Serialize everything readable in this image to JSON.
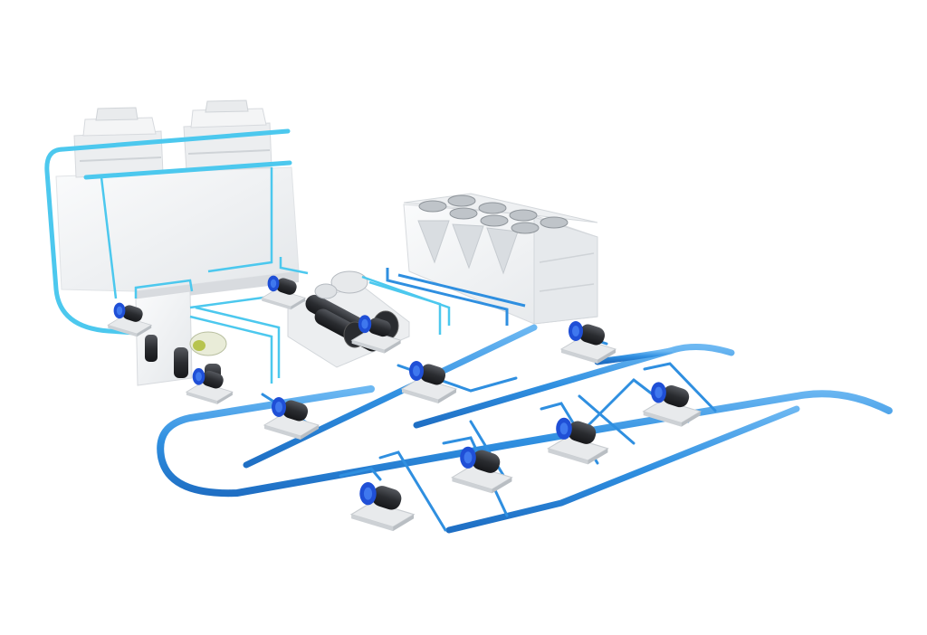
{
  "scene": {
    "colors": {
      "background": "#ffffff",
      "chilled_pipe": "#2f8fe0",
      "condenser_pipe": "#4cc8ee",
      "equipment_body": "#f2f3f4",
      "equipment_shade": "#dcdfe2",
      "pump_motor": "#2a2c30",
      "pump_volute": "#1f4fd6"
    },
    "equipment": [
      {
        "id": "cooling-tower-1",
        "icon": "cooling-tower-icon"
      },
      {
        "id": "cooling-tower-2",
        "icon": "cooling-tower-icon"
      },
      {
        "id": "air-cooled-chiller",
        "icon": "air-cooled-chiller-icon"
      },
      {
        "id": "screw-chiller",
        "icon": "screw-chiller-icon"
      },
      {
        "id": "centrifugal-chiller",
        "icon": "centrifugal-chiller-icon"
      }
    ],
    "pump_count": 11
  }
}
